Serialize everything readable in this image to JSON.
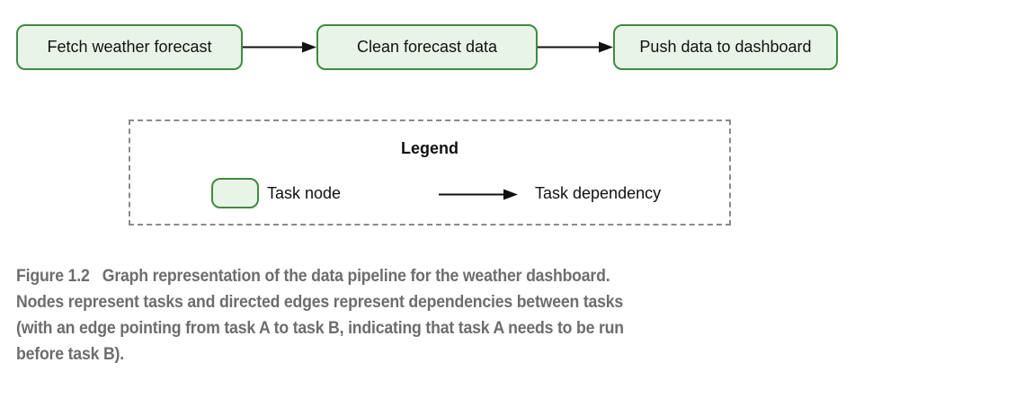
{
  "pipeline": {
    "nodes": [
      {
        "label": "Fetch weather forecast"
      },
      {
        "label": "Clean forecast data"
      },
      {
        "label": "Push data to dashboard"
      }
    ],
    "edges": [
      {
        "from": "Fetch weather forecast",
        "to": "Clean forecast data"
      },
      {
        "from": "Clean forecast data",
        "to": "Push data to dashboard"
      }
    ]
  },
  "legend": {
    "title": "Legend",
    "items": [
      {
        "symbol": "task-node-swatch",
        "label": "Task node"
      },
      {
        "symbol": "dependency-arrow",
        "label": "Task dependency"
      }
    ]
  },
  "caption": {
    "lines": [
      "Figure 1.2   Graph representation of the data pipeline for the weather dashboard.",
      "Nodes represent tasks and directed edges represent dependencies between tasks",
      "(with an edge pointing from task A to task B, indicating that task A needs to be run",
      "before task B)."
    ]
  },
  "colors": {
    "node_fill": "#e9f4e8",
    "node_border": "#3f8b3f",
    "arrow": "#111111",
    "legend_border": "#8a8a8a",
    "caption_text": "#6d6d6d",
    "background": "#ffffff"
  }
}
